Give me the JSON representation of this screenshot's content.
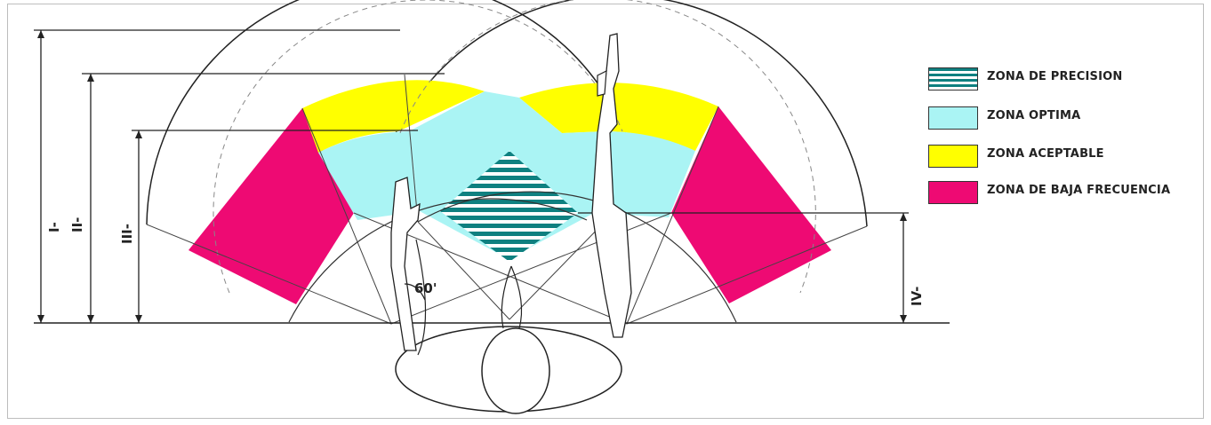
{
  "colors": {
    "precision": "#0f8080",
    "optimal": "#aaf4f4",
    "acceptable": "#ffff00",
    "low_frequency": "#ee0a73"
  },
  "legend": {
    "items": [
      {
        "label": "ZONA DE PRECISION",
        "color": "#0f8080",
        "pattern": "stripes"
      },
      {
        "label": "ZONA OPTIMA",
        "color": "#aaf4f4"
      },
      {
        "label": "ZONA ACEPTABLE",
        "color": "#ffff00"
      },
      {
        "label": "ZONA DE BAJA FRECUENCIA",
        "color": "#ee0a73"
      }
    ]
  },
  "dimensions": {
    "d1": "I-",
    "d2": "II-",
    "d3": "III-",
    "d4": "IV-"
  },
  "angle_label": "60'"
}
